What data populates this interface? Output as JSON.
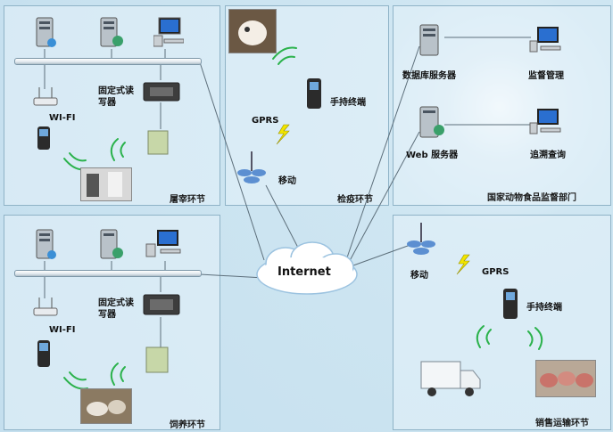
{
  "internet": "Internet",
  "panels": {
    "slaughter": {
      "label": "屠宰环节"
    },
    "inspection": {
      "label": "检疫环节"
    },
    "supervision": {
      "label": "国家动物食品监督部门"
    },
    "feeding": {
      "label": "饲养环节"
    },
    "transport": {
      "label": "销售运输环节"
    }
  },
  "labels": {
    "fixed_reader": "固定式读写器",
    "wifi": "WI-FI",
    "gprs": "GPRS",
    "handheld": "手持终端",
    "mobile": "移动",
    "db_server": "数据库服务器",
    "web_server": "Web 服务器",
    "monitor": "监督管理",
    "trace": "追溯查询"
  }
}
